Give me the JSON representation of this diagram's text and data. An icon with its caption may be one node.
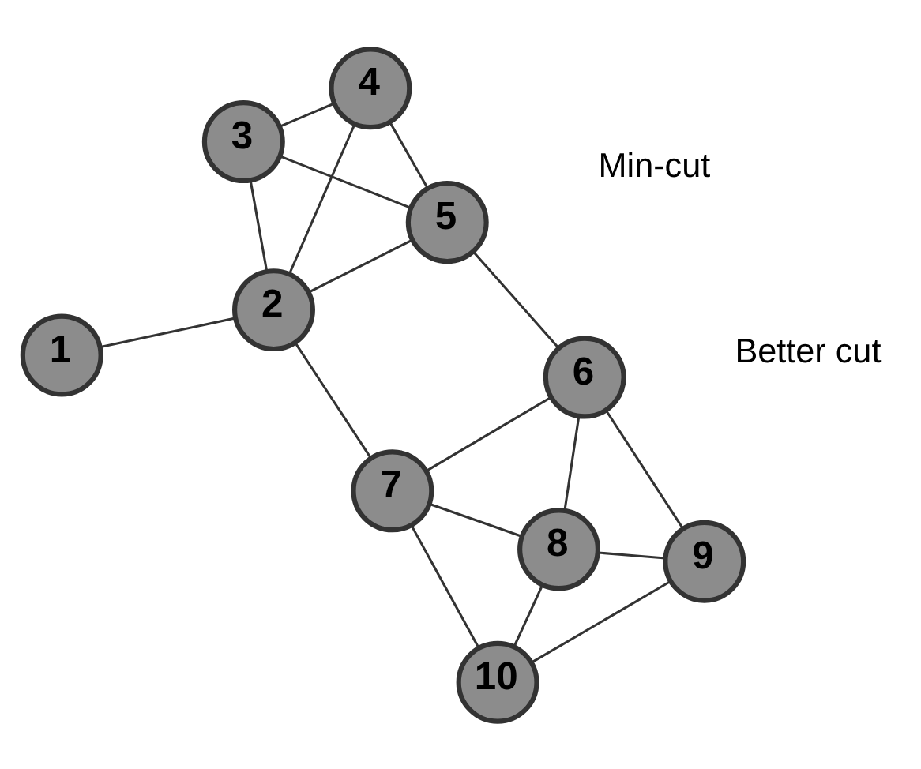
{
  "diagram": {
    "nodes": [
      {
        "text": [
          "1"
        ]
      },
      {
        "text": [
          "2"
        ]
      },
      {
        "text": [
          "3"
        ]
      },
      {
        "text": [
          "4"
        ]
      },
      {
        "text": [
          "5"
        ]
      },
      {
        "text": [
          "6"
        ]
      },
      {
        "text": [
          "7"
        ]
      },
      {
        "text": [
          "8"
        ]
      },
      {
        "text": [
          "9"
        ]
      },
      {
        "text": [
          "10"
        ]
      }
    ],
    "edges": [
      {
        "from": 0,
        "to": 1,
        "arrow": "none"
      },
      {
        "from": 1,
        "to": 6,
        "arrow": "none"
      },
      {
        "from": 1,
        "to": 2,
        "arrow": "none"
      },
      {
        "from": 1,
        "to": 3,
        "arrow": "none"
      },
      {
        "from": 1,
        "to": 4,
        "arrow": "none"
      },
      {
        "from": 2,
        "to": 4,
        "arrow": "none"
      },
      {
        "from": 2,
        "to": 3,
        "arrow": "none"
      },
      {
        "from": 3,
        "to": 4,
        "arrow": "none"
      },
      {
        "from": 4,
        "to": 5,
        "arrow": "none"
      },
      {
        "from": 6,
        "to": 5,
        "arrow": "none"
      },
      {
        "from": 6,
        "to": 7,
        "arrow": "none"
      },
      {
        "from": 6,
        "to": 9,
        "arrow": "none"
      },
      {
        "from": 7,
        "to": 5,
        "arrow": "none"
      },
      {
        "from": 7,
        "to": 8,
        "arrow": "none"
      },
      {
        "from": 7,
        "to": 9,
        "arrow": "none"
      },
      {
        "from": 5,
        "to": 8,
        "arrow": "none"
      },
      {
        "from": 8,
        "to": 9,
        "arrow": "none"
      }
    ],
    "labels": [
      "Min-cut",
      "Better cut"
    ]
  }
}
